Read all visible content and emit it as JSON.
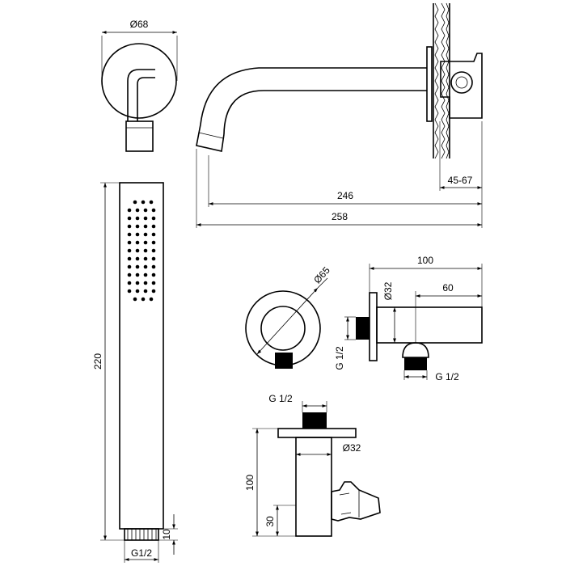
{
  "views": {
    "spout_top": {
      "diameter_label": "Ø68"
    },
    "spout_side": {
      "reach_label": "246",
      "total_length_label": "258",
      "wall_depth_label": "45-67"
    },
    "hand_shower": {
      "length_label": "220",
      "connector_height_label": "10",
      "thread_label": "G1/2"
    },
    "wall_outlet_front": {
      "diameter_label": "Ø65"
    },
    "wall_outlet_side": {
      "length_label": "100",
      "body_length_label": "60",
      "diameter_label": "Ø32",
      "inlet_thread_label": "G 1/2",
      "outlet_thread_label": "G 1/2"
    },
    "wall_holder": {
      "thread_label": "G 1/2",
      "diameter_label": "Ø32",
      "height_label": "100",
      "holder_height_label": "30"
    }
  }
}
